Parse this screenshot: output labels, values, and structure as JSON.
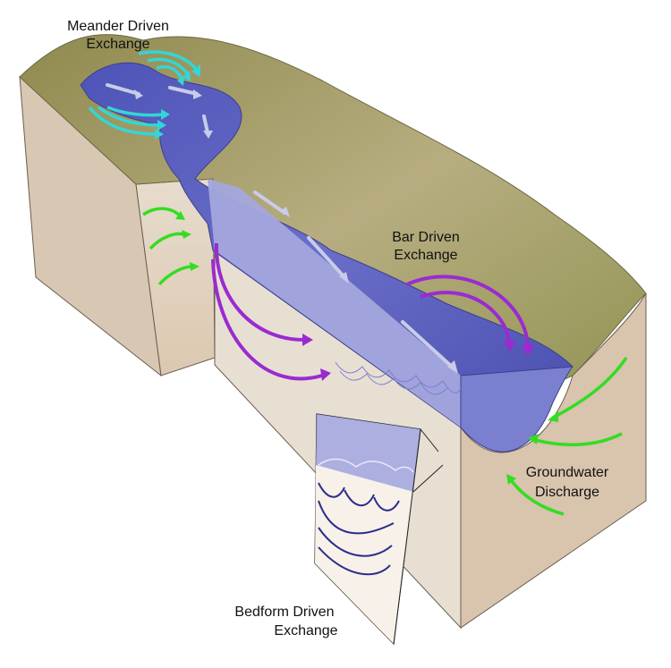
{
  "labels": {
    "meander_line1": "Meander Driven",
    "meander_line2": "Exchange",
    "bar_line1": "Bar Driven",
    "bar_line2": "Exchange",
    "groundwater_line1": "Groundwater",
    "groundwater_line2": "Discharge",
    "bedform_line1": "Bedform Driven",
    "bedform_line2": "Exchange"
  },
  "colors": {
    "meander_arrows": "#33d6d6",
    "bar_arrows": "#9a2bd0",
    "groundwater_arrows": "#33dd22",
    "flow_arrows": "#c8cce8",
    "water": "#5e62c0",
    "water_cross_section": "#a2a4dc",
    "soil": "#ddcbb6",
    "grass": "#a09a62"
  },
  "icons": {
    "meander_exchange": "cyan-curved-arrows-icon",
    "bar_exchange": "purple-curved-arrows-icon",
    "groundwater_discharge": "green-curved-arrows-icon",
    "stream_flow": "light-flow-arrows-icon"
  }
}
